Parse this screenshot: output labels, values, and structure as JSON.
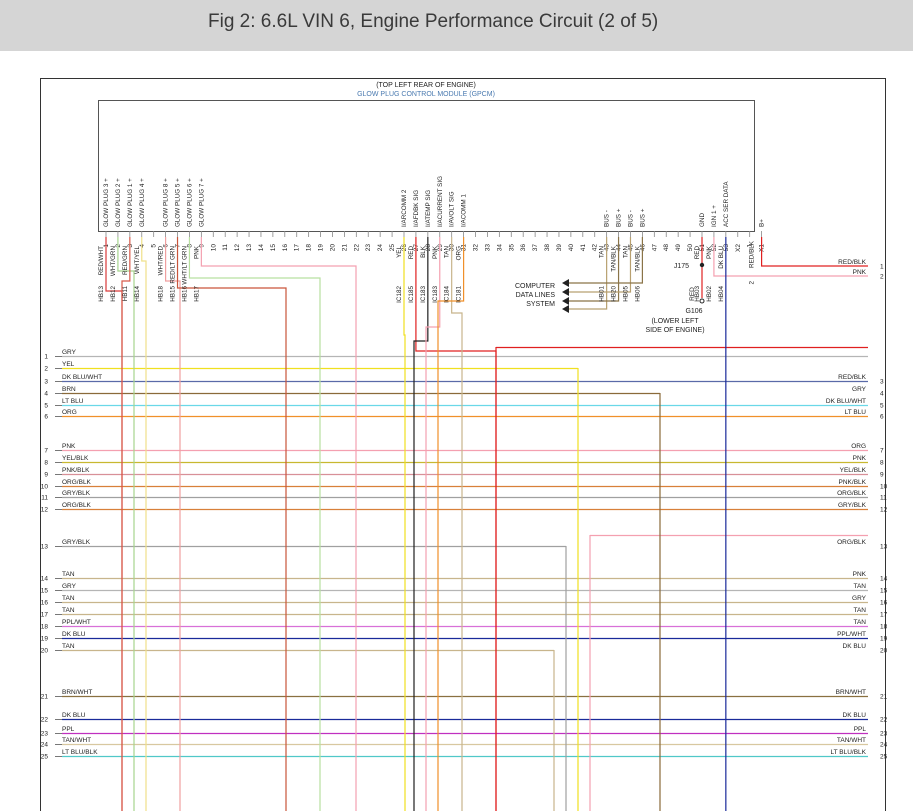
{
  "header": {
    "title": "Fig 2: 6.6L VIN 6, Engine Performance Circuit (2 of 5)"
  },
  "module": {
    "location": "(TOP LEFT REAR OF ENGINE)",
    "name": "GLOW PLUG CONTROL MODULE (GPCM)",
    "pin_labels": [
      {
        "pin": 1,
        "label": "GLOW PLUG 3 +"
      },
      {
        "pin": 2,
        "label": "GLOW PLUG 2 +"
      },
      {
        "pin": 3,
        "label": "GLOW PLUG 1 +"
      },
      {
        "pin": 4,
        "label": "GLOW PLUG 4 +"
      },
      {
        "pin": 6,
        "label": "GLOW PLUG 8 +"
      },
      {
        "pin": 7,
        "label": "GLOW PLUG 5 +"
      },
      {
        "pin": 8,
        "label": "GLOW PLUG 6 +"
      },
      {
        "pin": 9,
        "label": "GLOW PLUG 7 +"
      },
      {
        "pin": 26,
        "label": "I/ARCOMM 2"
      },
      {
        "pin": 27,
        "label": "I/AFDBK SIG"
      },
      {
        "pin": 28,
        "label": "I/ATEMP SIG"
      },
      {
        "pin": 29,
        "label": "I/ACURRENT SIG"
      },
      {
        "pin": 30,
        "label": "I/AVOLT SIG"
      },
      {
        "pin": 31,
        "label": "I/ACOMM 1"
      },
      {
        "pin": 43,
        "label": "BUS -"
      },
      {
        "pin": 44,
        "label": "BUS +"
      },
      {
        "pin": 45,
        "label": "BUS -"
      },
      {
        "pin": 46,
        "label": "BUS +"
      },
      {
        "pin": 51,
        "label": "GND"
      },
      {
        "pin": 52,
        "label": "IGN 1 +"
      },
      {
        "pin": 53,
        "label": "ACC SER DATA"
      },
      {
        "pin": "X1",
        "label": "B+"
      }
    ],
    "pin_numbers": [
      "1",
      "2",
      "3",
      "4",
      "5",
      "6",
      "7",
      "8",
      "9",
      "10",
      "11",
      "12",
      "13",
      "14",
      "15",
      "16",
      "17",
      "18",
      "19",
      "20",
      "21",
      "22",
      "23",
      "24",
      "25",
      "26",
      "27",
      "28",
      "29",
      "30",
      "31",
      "32",
      "33",
      "34",
      "35",
      "36",
      "37",
      "38",
      "39",
      "40",
      "41",
      "42",
      "43",
      "44",
      "45",
      "46",
      "47",
      "48",
      "49",
      "50",
      "51",
      "52",
      "53",
      "X2",
      "1",
      "X1"
    ]
  },
  "module_wires": [
    {
      "pin": 1,
      "color": "RED/WHT",
      "circuit": "HB13",
      "hex": "#d93a3a"
    },
    {
      "pin": 2,
      "color": "WHT/GRN",
      "circuit": "HB12",
      "hex": "#a6d48e"
    },
    {
      "pin": 3,
      "color": "RED/GRN",
      "circuit": "HB11",
      "hex": "#d85a4a"
    },
    {
      "pin": 4,
      "color": "WHT/YEL",
      "circuit": "HB14",
      "hex": "#efe08a"
    },
    {
      "pin": 6,
      "color": "WHT/RED",
      "circuit": "HB18",
      "hex": "#f0a0a0"
    },
    {
      "pin": 7,
      "color": "RED/LT GRN",
      "circuit": "HB15",
      "hex": "#c9553a"
    },
    {
      "pin": 8,
      "color": "WHT/LT GRN",
      "circuit": "HB16",
      "hex": "#b8e0a0"
    },
    {
      "pin": 9,
      "color": "PNK",
      "circuit": "HB17",
      "hex": "#f4a0b0"
    },
    {
      "pin": 26,
      "color": "YEL",
      "circuit": "IC182",
      "hex": "#f0e020"
    },
    {
      "pin": 27,
      "color": "RED",
      "circuit": "IC185",
      "hex": "#e02020"
    },
    {
      "pin": 28,
      "color": "BLK",
      "circuit": "IC183",
      "hex": "#202020"
    },
    {
      "pin": 29,
      "color": "PNK",
      "circuit": "IC183",
      "hex": "#f4a0b0"
    },
    {
      "pin": 30,
      "color": "TAN",
      "circuit": "IC184",
      "hex": "#c8b58c"
    },
    {
      "pin": 31,
      "color": "ORG",
      "circuit": "IC181",
      "hex": "#f0902a"
    },
    {
      "pin": 43,
      "color": "TAN",
      "circuit": "HB01",
      "hex": "#b8a070"
    },
    {
      "pin": 44,
      "color": "TAN/BLK",
      "circuit": "HB20",
      "hex": "#8a7448"
    },
    {
      "pin": 45,
      "color": "TAN",
      "circuit": "HB05",
      "hex": "#b8a070"
    },
    {
      "pin": 46,
      "color": "TAN/BLK",
      "circuit": "HB06",
      "hex": "#8a7448"
    },
    {
      "pin": 51,
      "color": "RED",
      "circuit": "HB03",
      "hex": "#e02020"
    },
    {
      "pin": 52,
      "color": "PNK",
      "circuit": "HB02",
      "hex": "#f4a0b0"
    },
    {
      "pin": 53,
      "color": "DK BLU",
      "circuit": "HB04",
      "hex": "#1a2a9a"
    },
    {
      "pin": "X1",
      "color": "RED/BLK",
      "circuit": "2",
      "hex": "#e02020"
    }
  ],
  "annotations": {
    "computer_data_lines": [
      "COMPUTER",
      "DATA LINES",
      "SYSTEM"
    ],
    "splice": "J175",
    "ground_name": "G106",
    "ground_location": [
      "(LOWER LEFT",
      "SIDE OF ENGINE)"
    ],
    "ground_wire": "RED"
  },
  "top_right_wires": [
    {
      "color": "RED/BLK",
      "num": "1",
      "hex": "#e02020"
    },
    {
      "color": "PNK",
      "num": "2",
      "hex": "#f4a0b0"
    }
  ],
  "left_wires": [
    {
      "num": "1",
      "color": "GRY",
      "hex": "#b5b5b5"
    },
    {
      "num": "2",
      "color": "YEL",
      "hex": "#f0e020"
    },
    {
      "num": "3",
      "color": "DK BLU/WHT",
      "hex": "#5a6aa8"
    },
    {
      "num": "4",
      "color": "BRN",
      "hex": "#8a6a3a"
    },
    {
      "num": "5",
      "color": "LT BLU",
      "hex": "#6ad8e8"
    },
    {
      "num": "6",
      "color": "ORG",
      "hex": "#f0902a"
    },
    {
      "num": "7",
      "color": "PNK",
      "hex": "#f4a0b0"
    },
    {
      "num": "8",
      "color": "YEL/BLK",
      "hex": "#c8b830"
    },
    {
      "num": "9",
      "color": "PNK/BLK",
      "hex": "#d89098"
    },
    {
      "num": "10",
      "color": "ORG/BLK",
      "hex": "#d8803a"
    },
    {
      "num": "11",
      "color": "GRY/BLK",
      "hex": "#a0a0a0"
    },
    {
      "num": "12",
      "color": "ORG/BLK",
      "hex": "#d8803a"
    },
    {
      "num": "13",
      "color": "GRY/BLK",
      "hex": "#a0a0a0"
    },
    {
      "num": "14",
      "color": "TAN",
      "hex": "#c8b58c"
    },
    {
      "num": "15",
      "color": "GRY",
      "hex": "#b5b5b5"
    },
    {
      "num": "16",
      "color": "TAN",
      "hex": "#c8b58c"
    },
    {
      "num": "17",
      "color": "TAN",
      "hex": "#c8b58c"
    },
    {
      "num": "18",
      "color": "PPL/WHT",
      "hex": "#d870d8"
    },
    {
      "num": "19",
      "color": "DK BLU",
      "hex": "#1a2a9a"
    },
    {
      "num": "20",
      "color": "TAN",
      "hex": "#c8b58c"
    },
    {
      "num": "21",
      "color": "BRN/WHT",
      "hex": "#8a7040"
    },
    {
      "num": "22",
      "color": "DK BLU",
      "hex": "#1a2a9a"
    },
    {
      "num": "23",
      "color": "PPL",
      "hex": "#c030c0"
    },
    {
      "num": "24",
      "color": "TAN/WHT",
      "hex": "#d8c8a0"
    },
    {
      "num": "25",
      "color": "LT BLU/BLK",
      "hex": "#50c8c8"
    }
  ],
  "right_wires": [
    {
      "num": "3",
      "color": "RED/BLK",
      "hex": "#e02020"
    },
    {
      "num": "4",
      "color": "GRY",
      "hex": "#b5b5b5"
    },
    {
      "num": "5",
      "color": "DK BLU/WHT",
      "hex": "#5a6aa8"
    },
    {
      "num": "6",
      "color": "LT BLU",
      "hex": "#6ad8e8"
    },
    {
      "num": "7",
      "color": "ORG",
      "hex": "#f0902a"
    },
    {
      "num": "8",
      "color": "PNK",
      "hex": "#f4a0b0"
    },
    {
      "num": "9",
      "color": "YEL/BLK",
      "hex": "#c8b830"
    },
    {
      "num": "10",
      "color": "PNK/BLK",
      "hex": "#d89098"
    },
    {
      "num": "11",
      "color": "ORG/BLK",
      "hex": "#d8803a"
    },
    {
      "num": "12",
      "color": "GRY/BLK",
      "hex": "#a0a0a0"
    },
    {
      "num": "13",
      "color": "ORG/BLK",
      "hex": "#d8803a"
    },
    {
      "num": "14",
      "color": "PNK",
      "hex": "#f4a0b0"
    },
    {
      "num": "15",
      "color": "TAN",
      "hex": "#c8b58c"
    },
    {
      "num": "16",
      "color": "GRY",
      "hex": "#b5b5b5"
    },
    {
      "num": "17",
      "color": "TAN",
      "hex": "#c8b58c"
    },
    {
      "num": "18",
      "color": "TAN",
      "hex": "#c8b58c"
    },
    {
      "num": "19",
      "color": "PPL/WHT",
      "hex": "#d870d8"
    },
    {
      "num": "20",
      "color": "DK BLU",
      "hex": "#1a2a9a"
    },
    {
      "num": "21",
      "color": "BRN/WHT",
      "hex": "#8a7040"
    },
    {
      "num": "22",
      "color": "DK BLU",
      "hex": "#1a2a9a"
    },
    {
      "num": "23",
      "color": "PPL",
      "hex": "#c030c0"
    },
    {
      "num": "24",
      "color": "TAN/WHT",
      "hex": "#d8c8a0"
    },
    {
      "num": "25",
      "color": "LT BLU/BLK",
      "hex": "#50c8c8"
    }
  ]
}
